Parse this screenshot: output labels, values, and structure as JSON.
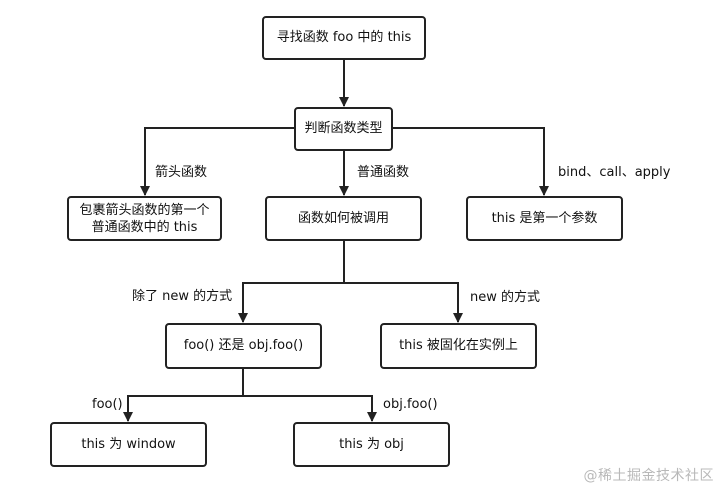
{
  "nodes": {
    "find_this": "寻找函数 foo 中的 this",
    "judge_type": "判断函数类型",
    "arrow_result_line1": "包裹箭头函数的第一个",
    "arrow_result_line2": "普通函数中的 this",
    "how_called": "函数如何被调用",
    "bind_result": "this 是第一个参数",
    "foo_or_objfoo": "foo() 还是 obj.foo()",
    "new_result": "this 被固化在实例上",
    "window_result": "this 为 window",
    "obj_result": "this 为 obj"
  },
  "edge_labels": {
    "arrow_function": "箭头函数",
    "normal_function": "普通函数",
    "bind_call_apply": "bind、call、apply",
    "except_new": "除了 new 的方式",
    "new_way": "new 的方式",
    "foo_call": "foo()",
    "obj_foo_call": "obj.foo()"
  },
  "watermark": "@稀土掘金技术社区"
}
